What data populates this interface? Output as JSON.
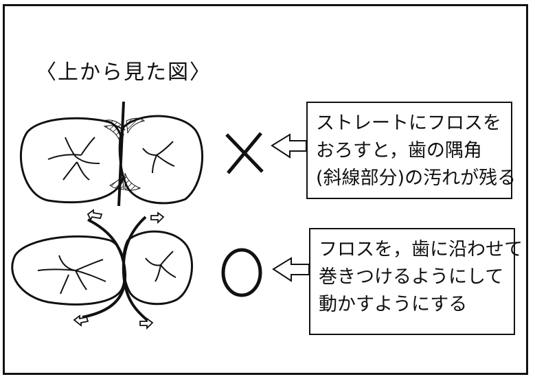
{
  "title": "〈上から見た図〉",
  "wrong": {
    "mark": "×",
    "note": [
      "ストレートにフロスを",
      "おろすと，歯の隅角",
      "(斜線部分)の汚れが残る"
    ]
  },
  "right": {
    "mark": "○",
    "note": [
      "フロスを，歯に沿わせて",
      "巻きつけるようにして",
      "動かすようにする"
    ]
  }
}
